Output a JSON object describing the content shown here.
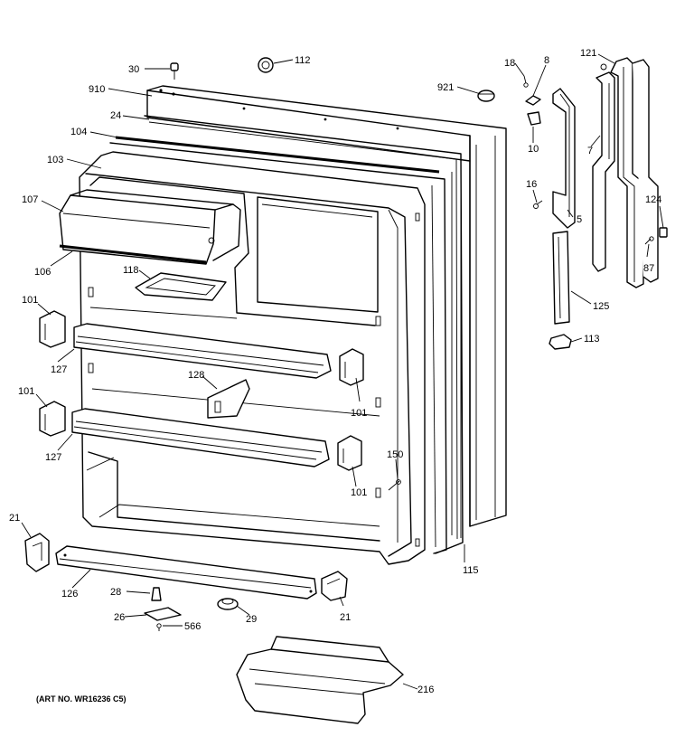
{
  "diagram": {
    "caption": "(ART NO. WR16236 C5)",
    "callouts": [
      {
        "id": "c30",
        "label": "30"
      },
      {
        "id": "c112",
        "label": "112"
      },
      {
        "id": "c910",
        "label": "910"
      },
      {
        "id": "c24",
        "label": "24"
      },
      {
        "id": "c104",
        "label": "104"
      },
      {
        "id": "c103",
        "label": "103"
      },
      {
        "id": "c107",
        "label": "107"
      },
      {
        "id": "c106",
        "label": "106"
      },
      {
        "id": "c118",
        "label": "118"
      },
      {
        "id": "c101a",
        "label": "101"
      },
      {
        "id": "c127a",
        "label": "127"
      },
      {
        "id": "c128",
        "label": "128"
      },
      {
        "id": "c101b",
        "label": "101"
      },
      {
        "id": "c101c",
        "label": "101"
      },
      {
        "id": "c127b",
        "label": "127"
      },
      {
        "id": "c101d",
        "label": "101"
      },
      {
        "id": "c150",
        "label": "150"
      },
      {
        "id": "c21a",
        "label": "21"
      },
      {
        "id": "c126",
        "label": "126"
      },
      {
        "id": "c28",
        "label": "28"
      },
      {
        "id": "c26",
        "label": "26"
      },
      {
        "id": "c566",
        "label": "566"
      },
      {
        "id": "c29",
        "label": "29"
      },
      {
        "id": "c21b",
        "label": "21"
      },
      {
        "id": "c115",
        "label": "115"
      },
      {
        "id": "c216",
        "label": "216"
      },
      {
        "id": "c921",
        "label": "921"
      },
      {
        "id": "c18",
        "label": "18"
      },
      {
        "id": "c8",
        "label": "8"
      },
      {
        "id": "c10",
        "label": "10"
      },
      {
        "id": "c16",
        "label": "16"
      },
      {
        "id": "c5",
        "label": "5"
      },
      {
        "id": "c121",
        "label": "121"
      },
      {
        "id": "c7",
        "label": "7"
      },
      {
        "id": "c124",
        "label": "124"
      },
      {
        "id": "c87",
        "label": "87"
      },
      {
        "id": "c125",
        "label": "125"
      },
      {
        "id": "c113",
        "label": "113"
      }
    ]
  }
}
